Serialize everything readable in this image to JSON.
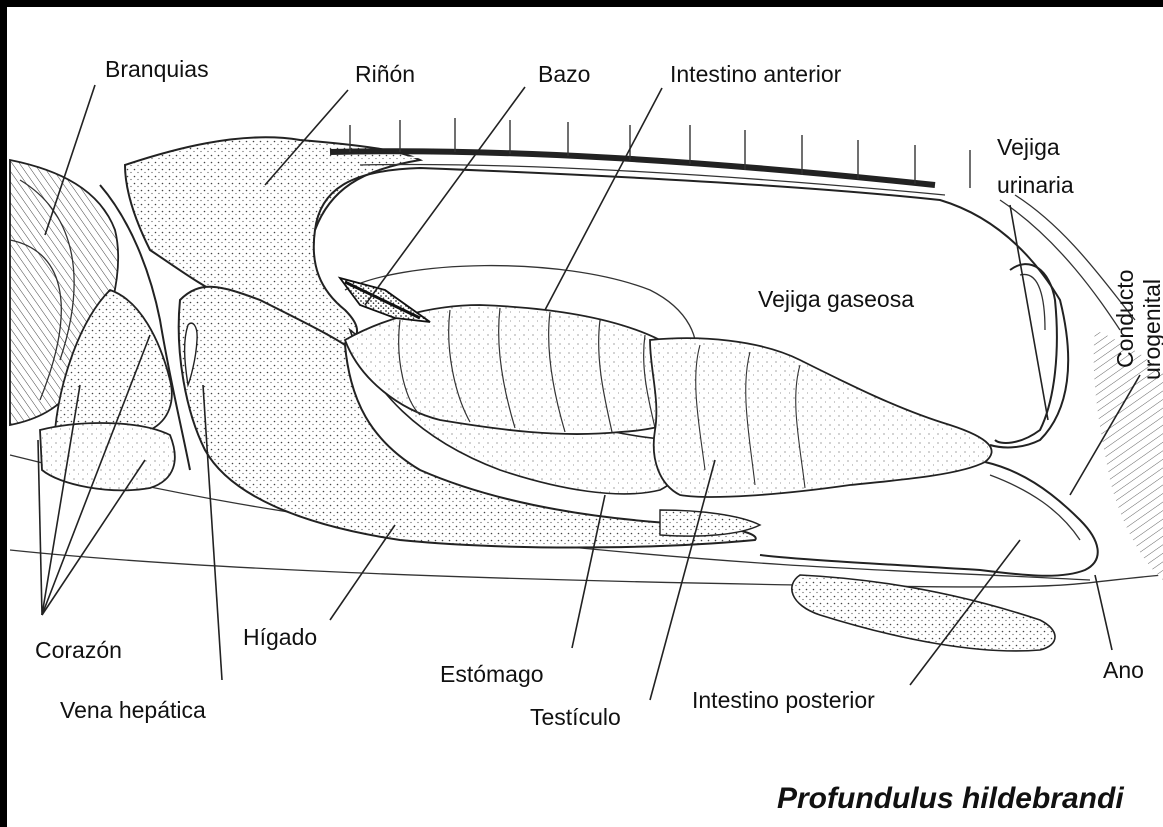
{
  "species_name": "Profundulus hildebrandi",
  "labels": {
    "branquias": "Branquias",
    "rinon": "Riñón",
    "bazo": "Bazo",
    "intestino_anterior": "Intestino anterior",
    "vejiga_urinaria_1": "Vejiga",
    "vejiga_urinaria_2": "urinaria",
    "conducto_urogenital_1": "Conducto",
    "conducto_urogenital_2": "urogenital",
    "vejiga_gaseosa": "Vejiga gaseosa",
    "corazon": "Corazón",
    "higado": "Hígado",
    "vena_hepatica": "Vena hepática",
    "estomago": "Estómago",
    "testiculo": "Testículo",
    "intestino_posterior": "Intestino posterior",
    "ano": "Ano"
  }
}
